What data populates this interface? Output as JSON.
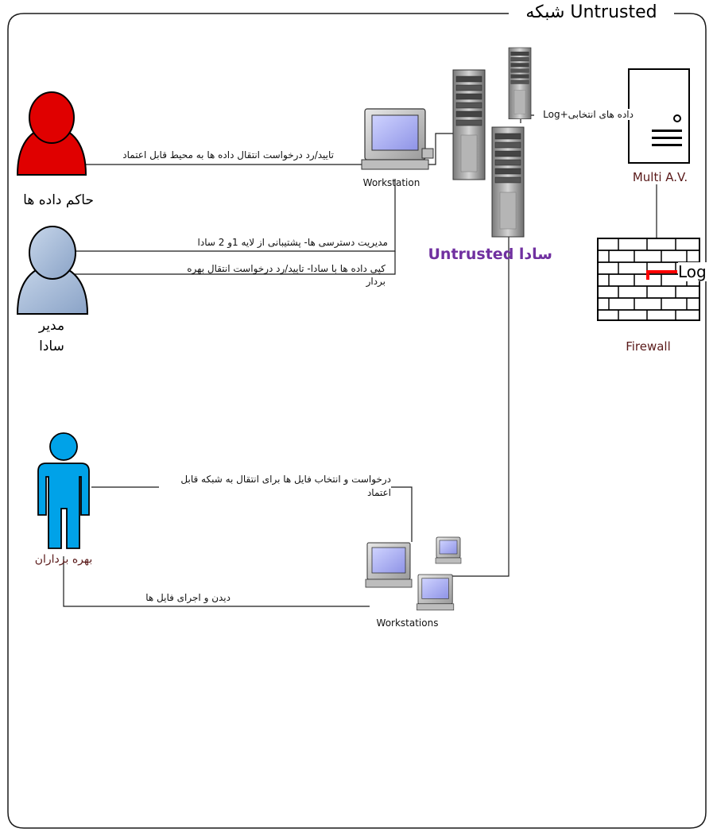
{
  "network_title": "شبکه Untrusted",
  "sada_label": "سادا Untrusted",
  "actors": {
    "data_ruler": "حاکم داده ها",
    "admin_line1": "مدیر",
    "admin_line2": "سادا",
    "users": "بهره برداران"
  },
  "devices": {
    "workstation": "Workstation",
    "workstations": "Workstations",
    "multi_av": "Multi A.V.",
    "firewall": "Firewall",
    "log": "Log"
  },
  "edges": {
    "approve_transfer": "تایید/رد درخواست انتقال داده ها به محیط قابل اعتماد",
    "access_mgmt": "مدیریت دسترسی ها- پشتیبانی از لایه 1و 2 سادا",
    "copy_data": "کپی داده ها با سادا- تایید/رد درخواست انتقال بهره بردار",
    "selected_data_log": "داده های انتخابی+Log",
    "request_select": "درخواست و انتخاب فایل ها برای انتقال به شبکه قابل اعتماد",
    "view_run": "دیدن و اجرای فایل ها"
  },
  "colors": {
    "ruler": "#e00000",
    "admin": "#a9bfdc",
    "users": "#00a2e8",
    "sada": "#7030a0",
    "dark_red_label": "#5a1a1a",
    "log_mark": "#ff0000"
  }
}
